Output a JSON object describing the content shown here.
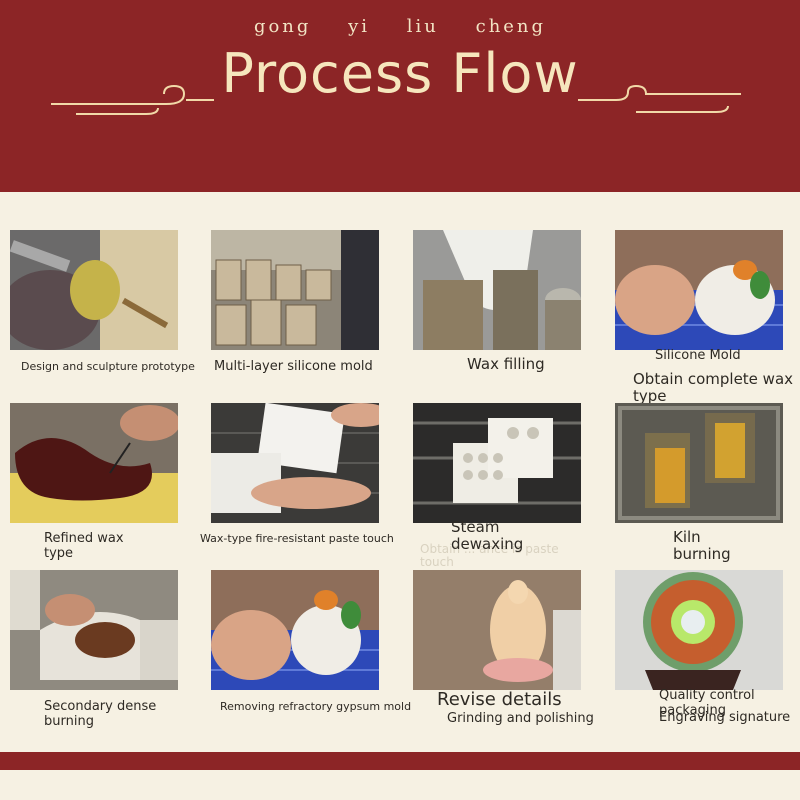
{
  "header": {
    "pinyin": "gong yi liu cheng",
    "title": "Process Flow"
  },
  "steps": [
    {
      "caption": "Design and sculpture prototype"
    },
    {
      "caption": "Multi-layer silicone mold"
    },
    {
      "caption": "Wax filling"
    },
    {
      "caption": "Silicone Mold",
      "caption2": "Obtain complete wax type"
    },
    {
      "caption": "Refined wax type"
    },
    {
      "caption": "Wax-type fire-resistant paste touch"
    },
    {
      "caption": "Steam dewaxing",
      "caption2": "Obtain ... ance is paste touch"
    },
    {
      "caption": "Kiln burning"
    },
    {
      "caption": "Secondary dense burning"
    },
    {
      "caption": "Removing refractory gypsum mold"
    },
    {
      "caption": "Revise details",
      "caption2": "Grinding and polishing"
    },
    {
      "caption": "Quality control packaging",
      "caption2": "Engraving signature"
    }
  ],
  "colors": {
    "primary": "#8c2526",
    "background": "#f6f1e3",
    "accent": "#f6e6bd"
  }
}
